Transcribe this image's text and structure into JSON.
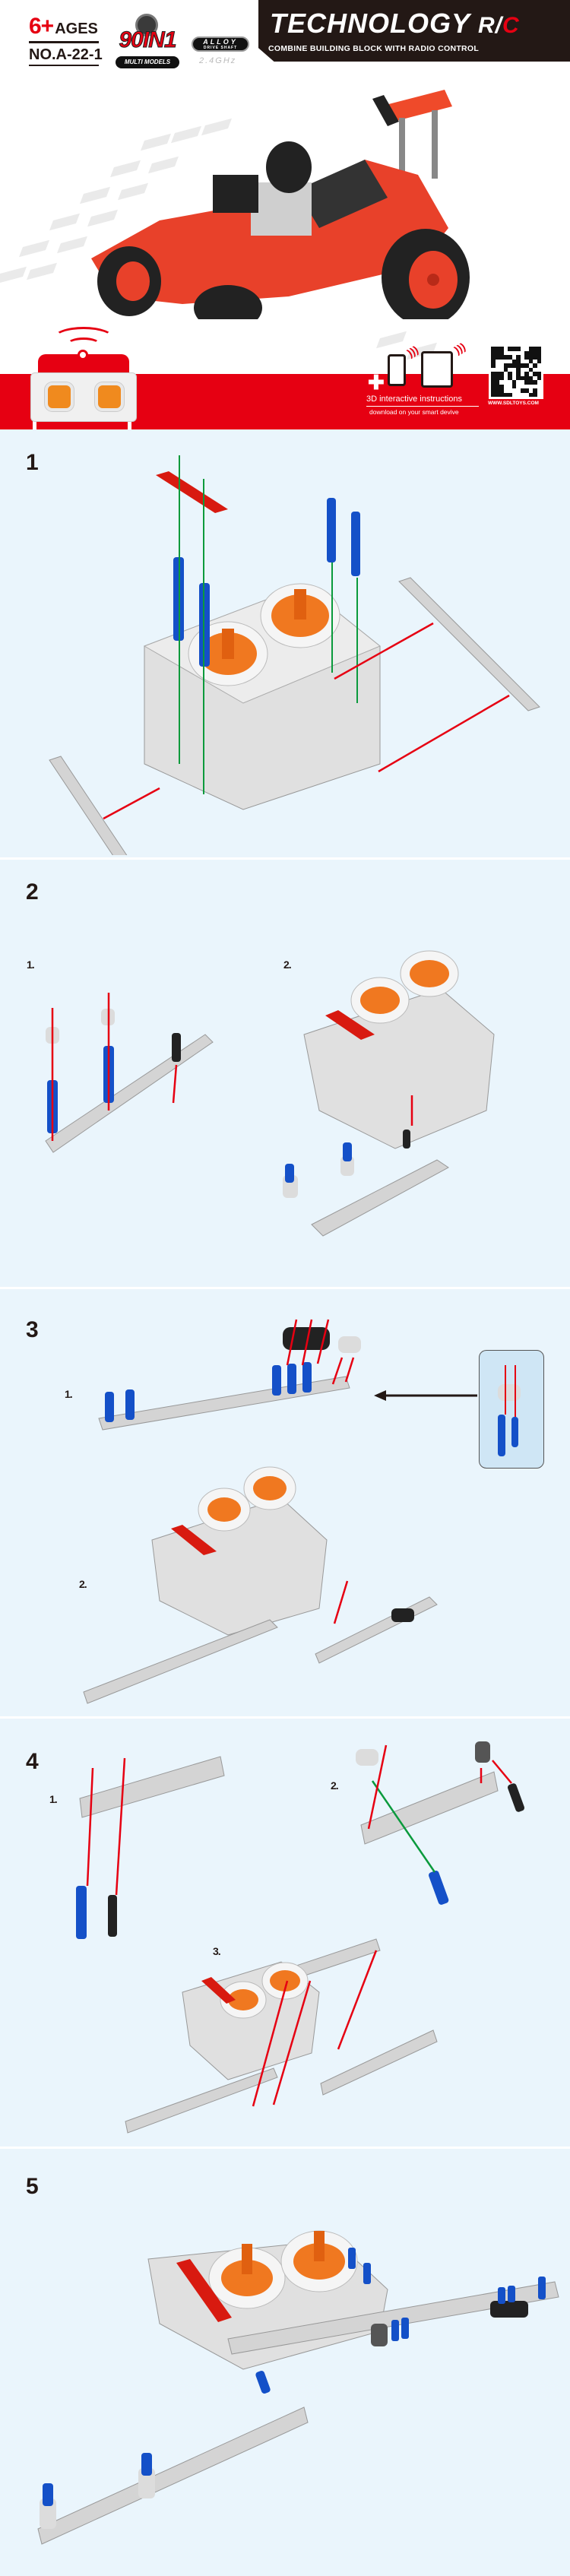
{
  "cover": {
    "age_number": "6+",
    "age_label": "AGES",
    "model_number": "NO.A-22-1",
    "badge_main": "90IN1",
    "badge_sub": "MULTI MODELS",
    "alloy_title": "ALLOY",
    "alloy_sub": "DRIVE SHAFT",
    "frequency": "2.4GHz",
    "brand_title": "TECHNOLOGY",
    "brand_rc_r": "R/",
    "brand_rc_c": "C",
    "brand_subtitle": "COMBINE BUILDING BLOCK WITH RADIO CONTROL",
    "promo_line1": "3D interactive instructions",
    "promo_line2": "download on your smart devive",
    "website": "WWW.SDLTOYS.COM",
    "colors": {
      "accent_red": "#e60012",
      "dark": "#231815",
      "step_bg": "#eaf5fc",
      "part_blue": "#1450c8",
      "part_grey": "#d4d4d4",
      "part_orange": "#f07820",
      "arrow_green": "#0a9a3c"
    }
  },
  "steps": [
    {
      "number": "1",
      "substeps": []
    },
    {
      "number": "2",
      "substeps": [
        "1.",
        "2."
      ]
    },
    {
      "number": "3",
      "substeps": [
        "1.",
        "2."
      ]
    },
    {
      "number": "4",
      "substeps": [
        "1.",
        "2.",
        "3."
      ]
    },
    {
      "number": "5",
      "substeps": []
    }
  ]
}
